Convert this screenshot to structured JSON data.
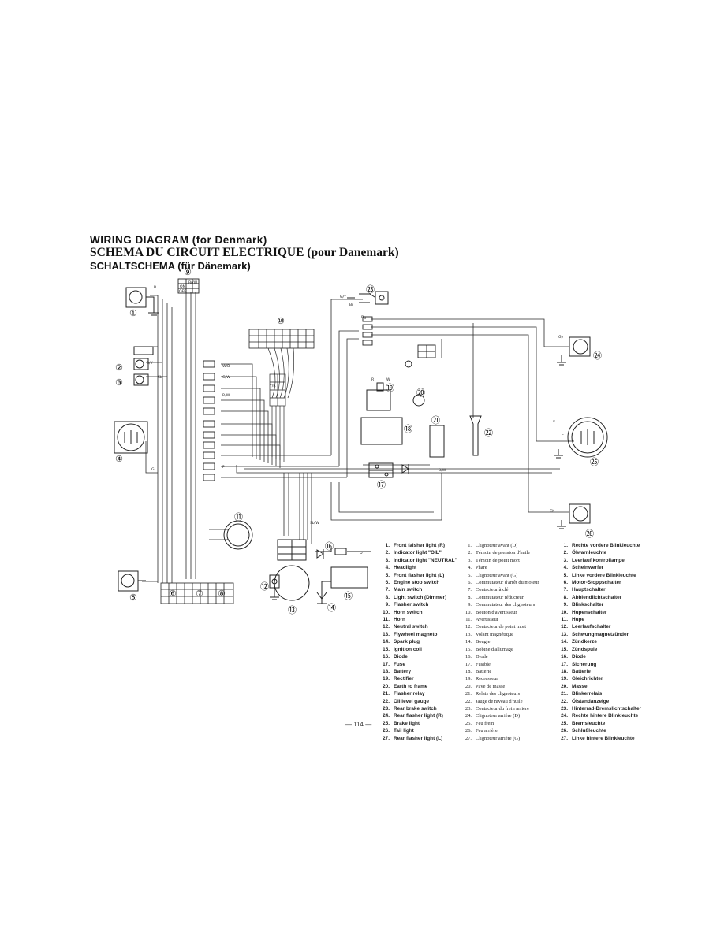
{
  "titles": {
    "en": "WIRING DIAGRAM (for Denmark)",
    "fr": "SCHEMA DU CIRCUIT ELECTRIQUE (pour Danemark)",
    "de": "SCHALTSCHEMA (für Dänemark)"
  },
  "callouts": [
    "①",
    "②",
    "③",
    "④",
    "⑤",
    "⑥",
    "⑦",
    "⑧",
    "⑨",
    "⑩",
    "⑪",
    "⑫",
    "⑬",
    "⑭",
    "⑮",
    "⑯",
    "⑰",
    "⑱",
    "⑲",
    "⑳",
    "㉑",
    "㉒",
    "㉓",
    "㉔",
    "㉕",
    "㉖"
  ],
  "wire_codes": [
    "B",
    "Br/W",
    "ON",
    "OFF",
    "G/Y",
    "Br",
    "B/Y",
    "Sb",
    "G",
    "L",
    "R/W",
    "Dg",
    "Ch",
    "P",
    "Y",
    "W",
    "R",
    "Y/R",
    "G/W",
    "W/B",
    "B/W",
    "O",
    "Gy",
    "Sb/W"
  ],
  "legend": {
    "en": [
      {
        "n": "1.",
        "t": "Front falsher light (R)"
      },
      {
        "n": "2.",
        "t": "Indicator light \"OIL\""
      },
      {
        "n": "3.",
        "t": "Indicator light \"NEUTRAL\""
      },
      {
        "n": "4.",
        "t": "Headlight"
      },
      {
        "n": "5.",
        "t": "Front flasher light (L)"
      },
      {
        "n": "6.",
        "t": "Engine stop switch"
      },
      {
        "n": "7.",
        "t": "Main switch"
      },
      {
        "n": "8.",
        "t": "Light switch (Dimmer)"
      },
      {
        "n": "9.",
        "t": "Flasher switch"
      },
      {
        "n": "10.",
        "t": "Horn switch"
      },
      {
        "n": "11.",
        "t": "Horn"
      },
      {
        "n": "12.",
        "t": "Neutral switch"
      },
      {
        "n": "13.",
        "t": "Flywheel magneto"
      },
      {
        "n": "14.",
        "t": "Spark plug"
      },
      {
        "n": "15.",
        "t": "Ignition coil"
      },
      {
        "n": "16.",
        "t": "Diode"
      },
      {
        "n": "17.",
        "t": "Fuse"
      },
      {
        "n": "18.",
        "t": "Battery"
      },
      {
        "n": "19.",
        "t": "Rectifier"
      },
      {
        "n": "20.",
        "t": "Earth to frame"
      },
      {
        "n": "21.",
        "t": "Flasher relay"
      },
      {
        "n": "22.",
        "t": "Oil level gauge"
      },
      {
        "n": "23.",
        "t": "Rear brake switch"
      },
      {
        "n": "24.",
        "t": "Rear flasher light (R)"
      },
      {
        "n": "25.",
        "t": "Brake light"
      },
      {
        "n": "26.",
        "t": "Tail light"
      },
      {
        "n": "27.",
        "t": "Rear flasher light (L)"
      }
    ],
    "fr": [
      {
        "n": "1.",
        "t": "Clignoteur avant (D)"
      },
      {
        "n": "2.",
        "t": "Témoin de pression d'huile"
      },
      {
        "n": "3.",
        "t": "Témoin de point mort"
      },
      {
        "n": "4.",
        "t": "Phare"
      },
      {
        "n": "5.",
        "t": "Clignoteur avant (G)"
      },
      {
        "n": "6.",
        "t": "Commutateur d'arrêt du moteur"
      },
      {
        "n": "7.",
        "t": "Contacteur à clé"
      },
      {
        "n": "8.",
        "t": "Commutateur réducteur"
      },
      {
        "n": "9.",
        "t": "Commutateur des clignoteurs"
      },
      {
        "n": "10.",
        "t": "Bouton d'avertisseur"
      },
      {
        "n": "11.",
        "t": "Avertisseur"
      },
      {
        "n": "12.",
        "t": "Contacteur de point mort"
      },
      {
        "n": "13.",
        "t": "Volant magnétique"
      },
      {
        "n": "14.",
        "t": "Bougie"
      },
      {
        "n": "15.",
        "t": "Bobine d'allumage"
      },
      {
        "n": "16.",
        "t": "Diode"
      },
      {
        "n": "17.",
        "t": "Fusible"
      },
      {
        "n": "18.",
        "t": "Batterie"
      },
      {
        "n": "19.",
        "t": "Redresseur"
      },
      {
        "n": "20.",
        "t": "Pave de masse"
      },
      {
        "n": "21.",
        "t": "Relais des clignoteurs"
      },
      {
        "n": "22.",
        "t": "Jauge de niveau d'huile"
      },
      {
        "n": "23.",
        "t": "Contacteur du frein arrière"
      },
      {
        "n": "24.",
        "t": "Clignoteur arrière (D)"
      },
      {
        "n": "25.",
        "t": "Feu frein"
      },
      {
        "n": "26.",
        "t": "Feu arrière"
      },
      {
        "n": "27.",
        "t": "Clignoteur arrière (G)"
      }
    ],
    "de": [
      {
        "n": "1.",
        "t": "Rechte vordere Blinkleuchte"
      },
      {
        "n": "2.",
        "t": "Ölwarnleuchte"
      },
      {
        "n": "3.",
        "t": "Leerlauf kontrollampe"
      },
      {
        "n": "4.",
        "t": "Scheinwerfer"
      },
      {
        "n": "5.",
        "t": "Linke vordere Blinkleuchte"
      },
      {
        "n": "6.",
        "t": "Motor-Stoppschalter"
      },
      {
        "n": "7.",
        "t": "Hauptschalter"
      },
      {
        "n": "8.",
        "t": "Abblendlichtschalter"
      },
      {
        "n": "9.",
        "t": "Blinkschalter"
      },
      {
        "n": "10.",
        "t": "Hupenschalter"
      },
      {
        "n": "11.",
        "t": "Hupe"
      },
      {
        "n": "12.",
        "t": "Leerlaufschalter"
      },
      {
        "n": "13.",
        "t": "Schwungmagnetzünder"
      },
      {
        "n": "14.",
        "t": "Zündkerze"
      },
      {
        "n": "15.",
        "t": "Zündspule"
      },
      {
        "n": "16.",
        "t": "Diode"
      },
      {
        "n": "17.",
        "t": "Sicherung"
      },
      {
        "n": "18.",
        "t": "Batterie"
      },
      {
        "n": "19.",
        "t": "Gleichrichter"
      },
      {
        "n": "20.",
        "t": "Masse"
      },
      {
        "n": "21.",
        "t": "Blinkerrelais"
      },
      {
        "n": "22.",
        "t": "Ölstandanzeige"
      },
      {
        "n": "23.",
        "t": "Hinterrad-Bremslichtschalter"
      },
      {
        "n": "24.",
        "t": "Rechte hintere Blinkleuchte"
      },
      {
        "n": "25.",
        "t": "Bremsleuchte"
      },
      {
        "n": "26.",
        "t": "Schlußleuchte"
      },
      {
        "n": "27.",
        "t": "Linke hintere Blinkleuchte"
      }
    ]
  },
  "page_number": "— 114 —"
}
